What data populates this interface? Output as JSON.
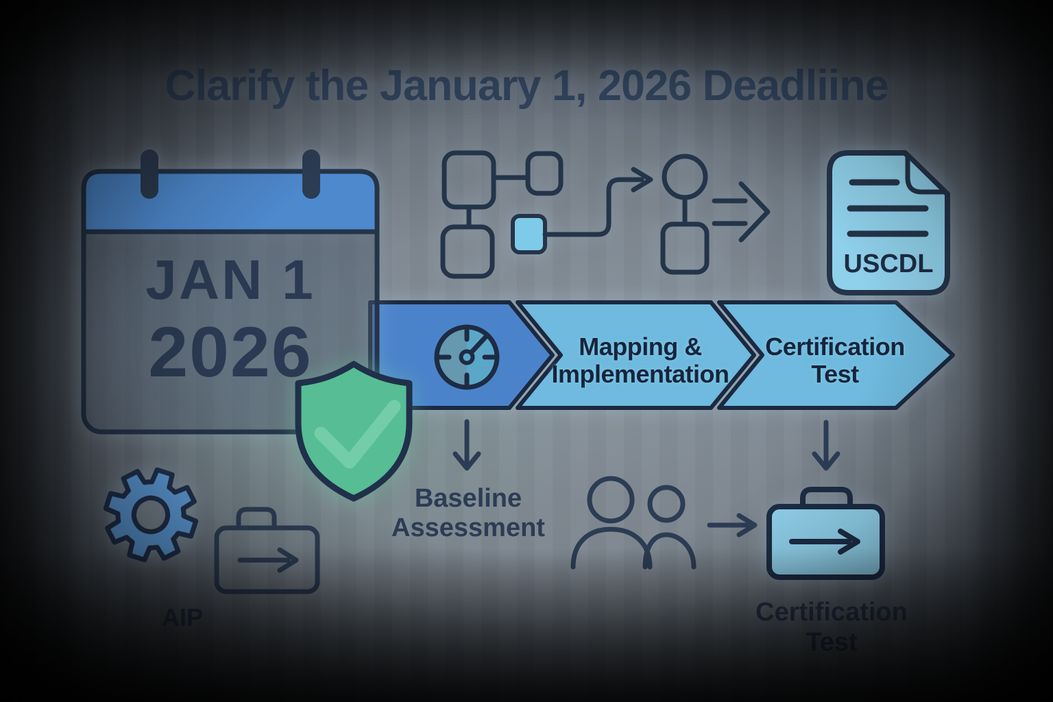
{
  "title": "Clarify the January 1, 2026 Deadliine",
  "calendar": {
    "date": "JAN 1",
    "year": "2026"
  },
  "timeline": {
    "stage2": {
      "line1": "Mapping &",
      "line2": "Implementation"
    },
    "stage3": {
      "line1": "Certification",
      "line2": "Test"
    }
  },
  "document_label": "USCDL",
  "baseline": {
    "line1": "Baseline",
    "line2": "Assessment"
  },
  "aip_label": "AIP",
  "certification_caption": {
    "line1": "Certification",
    "line2": "Test"
  },
  "colors": {
    "calendar_header_blue": "#4e89ce",
    "stage1_blue": "#4b83cb",
    "stage_light_blue": "#6fbade",
    "panel_light_blue": "#8fd0ea",
    "node_light_blue": "#7ecbe9",
    "clock_face_blue": "#5ba7c9",
    "shield_green": "#57bd95",
    "check_green": "#7ed2ae",
    "gear_blue": "#5c99d6",
    "outline_navy": "#1f2e44",
    "text_navy": "#2c3c54",
    "title_color": "#31435c"
  }
}
